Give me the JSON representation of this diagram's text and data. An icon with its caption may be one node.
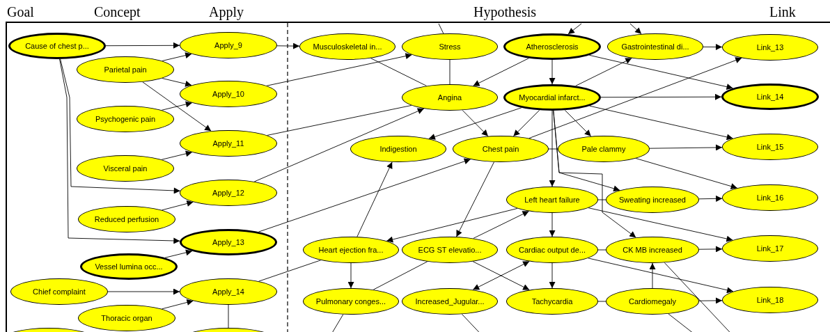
{
  "diagram": {
    "nodes": [
      {
        "text": [
          "Cause of chest p..."
        ]
      },
      {
        "text": [
          "Parietal pain"
        ]
      },
      {
        "text": [
          "Psychogenic pain"
        ]
      },
      {
        "text": [
          "Visceral pain"
        ]
      },
      {
        "text": [
          "Reduced perfusion"
        ]
      },
      {
        "text": [
          "Vessel lumina occ..."
        ]
      },
      {
        "text": [
          "Chief complaint"
        ]
      },
      {
        "text": [
          "Thoracic organ"
        ]
      },
      {
        "text": [
          "Apply_9"
        ]
      },
      {
        "text": [
          "Apply_10"
        ]
      },
      {
        "text": [
          "Apply_11"
        ]
      },
      {
        "text": [
          "Apply_12"
        ]
      },
      {
        "text": [
          "Apply_13"
        ]
      },
      {
        "text": [
          "Apply_14"
        ]
      },
      {
        "text": [
          "Musculoskeletal in..."
        ]
      },
      {
        "text": [
          "Stress"
        ]
      },
      {
        "text": [
          "Atherosclerosis"
        ]
      },
      {
        "text": [
          "Gastrointestinal di..."
        ]
      },
      {
        "text": [
          "Angina"
        ]
      },
      {
        "text": [
          "Myocardial infarct..."
        ]
      },
      {
        "text": [
          "Indigestion"
        ]
      },
      {
        "text": [
          "Chest pain"
        ]
      },
      {
        "text": [
          "Pale clammy"
        ]
      },
      {
        "text": [
          "Left heart failure"
        ]
      },
      {
        "text": [
          "Sweating increased"
        ]
      },
      {
        "text": [
          "Heart ejection fra..."
        ]
      },
      {
        "text": [
          "ECG ST elevatio..."
        ]
      },
      {
        "text": [
          "Cardiac output de..."
        ]
      },
      {
        "text": [
          "CK MB increased"
        ]
      },
      {
        "text": [
          "Pulmonary conges..."
        ]
      },
      {
        "text": [
          "Increased_Jugular..."
        ]
      },
      {
        "text": [
          "Tachycardia"
        ]
      },
      {
        "text": [
          "Cardiomegaly"
        ]
      },
      {
        "text": [
          "Link_13"
        ]
      },
      {
        "text": [
          "Link_14"
        ]
      },
      {
        "text": [
          "Link_15"
        ]
      },
      {
        "text": [
          "Link_16"
        ]
      },
      {
        "text": [
          "Link_17"
        ]
      },
      {
        "text": [
          "Link_18"
        ]
      },
      {
        "text": [],
        "shape": "ellipse"
      },
      {
        "text": [],
        "shape": "ellipse"
      }
    ],
    "edges": [
      {
        "from": 0,
        "to": 8,
        "arrow": "to"
      },
      {
        "from": 1,
        "to": 8,
        "arrow": "to"
      },
      {
        "from": 1,
        "to": 9,
        "arrow": "to"
      },
      {
        "from": 2,
        "to": 9,
        "arrow": "to"
      },
      {
        "from": 1,
        "to": 10,
        "arrow": "to"
      },
      {
        "from": 3,
        "to": 10,
        "arrow": "to"
      },
      {
        "from": 0,
        "to": 11,
        "arrow": "to"
      },
      {
        "from": 4,
        "to": 11,
        "arrow": "to"
      },
      {
        "from": 0,
        "to": 12,
        "arrow": "to"
      },
      {
        "from": 5,
        "to": 12,
        "arrow": "to"
      },
      {
        "from": 6,
        "to": 13,
        "arrow": "to"
      },
      {
        "from": 7,
        "to": 13,
        "arrow": "to"
      },
      {
        "from": 8,
        "to": 14,
        "arrow": "to"
      },
      {
        "from": 9,
        "to": 15,
        "arrow": "to"
      },
      {
        "from": 10,
        "to": 18,
        "arrow": "none"
      },
      {
        "from": 11,
        "to": 18,
        "arrow": "to"
      },
      {
        "from": 12,
        "to": 21,
        "arrow": "to"
      },
      {
        "from": 13,
        "to": 25,
        "arrow": "none"
      },
      {
        "from": 14,
        "to": 18,
        "arrow": "none"
      },
      {
        "from": 15,
        "to": 18,
        "arrow": "none"
      },
      {
        "from": 16,
        "to": 18,
        "arrow": "to"
      },
      {
        "from": 16,
        "to": 19,
        "arrow": "to"
      },
      {
        "from": 16,
        "to": 34,
        "arrow": "to"
      },
      {
        "from": 19,
        "to": 17,
        "arrow": "to"
      },
      {
        "from": 17,
        "to": 33,
        "arrow": "to"
      },
      {
        "from": 19,
        "to": 34,
        "arrow": "to"
      },
      {
        "from": 19,
        "to": 35,
        "arrow": "to"
      },
      {
        "from": 18,
        "to": 21,
        "arrow": "to"
      },
      {
        "from": 19,
        "to": 21,
        "arrow": "to"
      },
      {
        "from": 19,
        "to": 20,
        "arrow": "to"
      },
      {
        "from": 19,
        "to": 22,
        "arrow": "to"
      },
      {
        "from": 19,
        "to": 23,
        "arrow": "to"
      },
      {
        "from": 21,
        "to": 33,
        "arrow": "to"
      },
      {
        "from": 22,
        "to": 35,
        "arrow": "to"
      },
      {
        "from": 22,
        "to": 36,
        "arrow": "to"
      },
      {
        "from": 21,
        "to": 22,
        "arrow": "none"
      },
      {
        "from": 23,
        "to": 24,
        "arrow": "none"
      },
      {
        "from": 24,
        "to": 36,
        "arrow": "to"
      },
      {
        "from": 23,
        "to": 25,
        "arrow": "to"
      },
      {
        "from": 23,
        "to": 27,
        "arrow": "to"
      },
      {
        "from": 26,
        "to": 23,
        "arrow": "to"
      },
      {
        "from": 25,
        "to": 20,
        "arrow": "to"
      },
      {
        "from": 25,
        "to": 29,
        "arrow": "to"
      },
      {
        "from": 21,
        "to": 26,
        "arrow": "to"
      },
      {
        "from": 19,
        "to": 24,
        "arrow": "to"
      },
      {
        "from": 19,
        "to": 28,
        "arrow": "to"
      },
      {
        "from": 27,
        "to": 31,
        "arrow": "to"
      },
      {
        "from": 27,
        "to": 28,
        "arrow": "none"
      },
      {
        "from": 28,
        "to": 37,
        "arrow": "to"
      },
      {
        "from": 23,
        "to": 37,
        "arrow": "to"
      },
      {
        "from": 27,
        "to": 38,
        "arrow": "to"
      },
      {
        "from": 32,
        "to": 38,
        "arrow": "to"
      },
      {
        "from": 31,
        "to": 32,
        "arrow": "none"
      },
      {
        "from": 32,
        "to": 28,
        "arrow": "to"
      },
      {
        "from": 30,
        "to": 27,
        "arrow": "both"
      },
      {
        "from": 26,
        "to": 31,
        "arrow": "to"
      },
      {
        "from": 26,
        "to": 29,
        "arrow": "none"
      },
      {
        "from": 13,
        "to": 40,
        "arrow": "none"
      },
      {
        "from": null,
        "to": 16,
        "arrow": "to"
      },
      {
        "from": null,
        "to": 17,
        "arrow": "to"
      },
      {
        "from": null,
        "to": 15,
        "arrow": "none"
      },
      {
        "from": 29,
        "to": null,
        "arrow": "none"
      },
      {
        "from": 30,
        "to": null,
        "arrow": "none"
      },
      {
        "from": 32,
        "to": null,
        "arrow": "none"
      },
      {
        "from": 28,
        "to": null,
        "arrow": "none"
      }
    ],
    "labels": [
      "Goal",
      "Concept",
      "Apply",
      "Hypothesis",
      "Link"
    ]
  }
}
